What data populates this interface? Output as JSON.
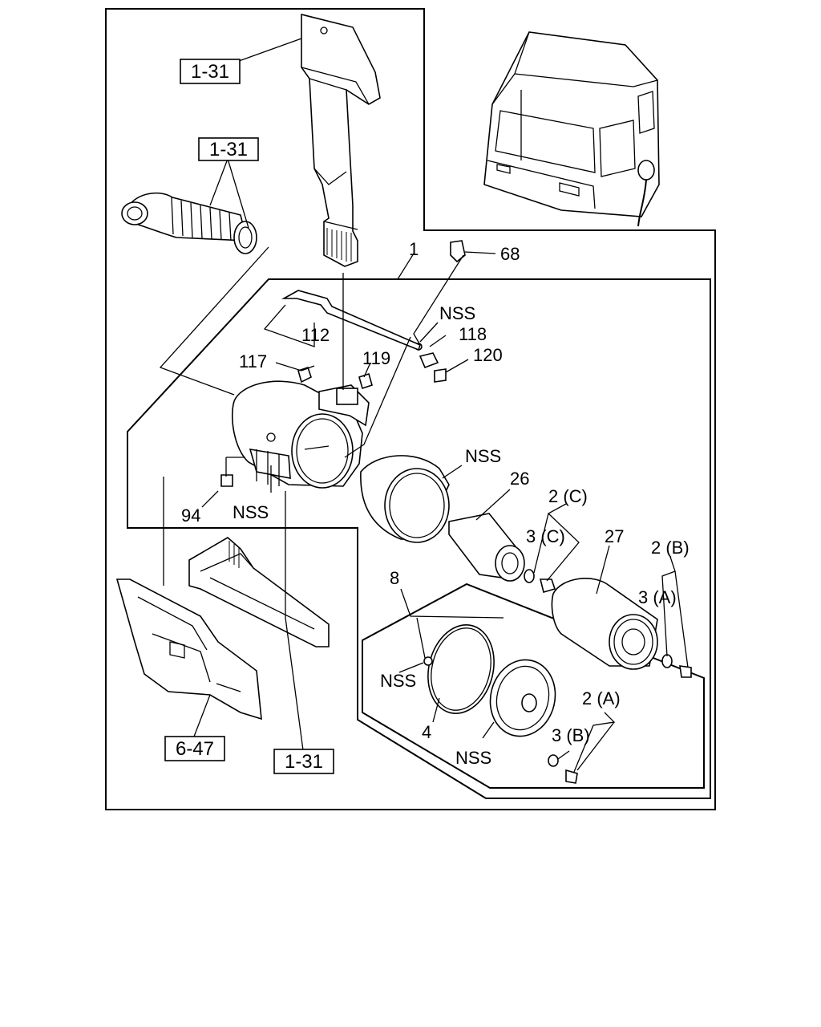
{
  "references": {
    "snorkel": "1-31",
    "hose": "1-31",
    "frame": "1-31",
    "bracket": "6-47"
  },
  "callouts": {
    "c1": "1",
    "c68": "68",
    "c_nss_top": "NSS",
    "c112": "112",
    "c118": "118",
    "c117": "117",
    "c119": "119",
    "c120": "120",
    "c_nss_body": "NSS",
    "c26": "26",
    "c2c": "2 (C)",
    "c3c": "3 (C)",
    "c27": "27",
    "c2b": "2 (B)",
    "c3a": "3 (A)",
    "c94": "94",
    "c_nss_bottom": "NSS",
    "c8": "8",
    "c_nss_gasket": "NSS",
    "c4": "4",
    "c_nss_cover": "NSS",
    "c2a": "2 (A)",
    "c3b": "3 (B)"
  }
}
